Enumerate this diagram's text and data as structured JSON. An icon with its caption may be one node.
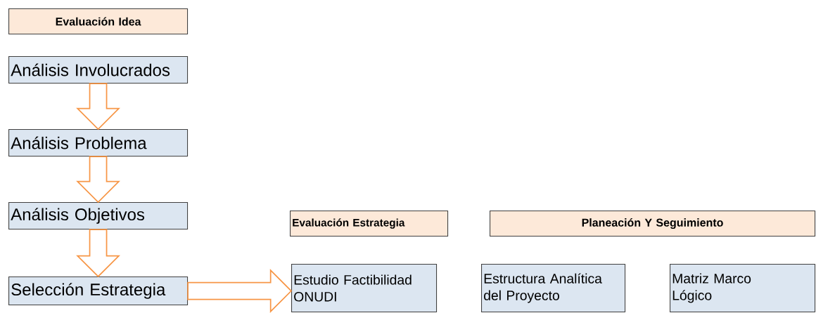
{
  "diagram": {
    "nodes": [
      {
        "text": [
          "Evaluación Idea"
        ]
      },
      {
        "text": [
          "Análisis Involucrados"
        ]
      },
      {
        "text": [
          "Análisis Problema"
        ]
      },
      {
        "text": [
          "Análisis Objetivos"
        ]
      },
      {
        "text": [
          "Selección Estrategia"
        ]
      },
      {
        "text": [
          "Evaluación Estrategia"
        ]
      },
      {
        "text": [
          "Planeación Y Seguimiento"
        ]
      },
      {
        "text": [
          "Estudio Factibilidad ONUDI"
        ]
      },
      {
        "text": [
          "Estructura Analítica del Proyecto"
        ]
      },
      {
        "text": [
          "Matriz Marco Lógico"
        ]
      }
    ],
    "edges": [
      {
        "from": 1,
        "to": 2,
        "arrow": "to"
      },
      {
        "from": 2,
        "to": 3,
        "arrow": "to"
      },
      {
        "from": 3,
        "to": 4,
        "arrow": "to"
      },
      {
        "from": 4,
        "to": 7,
        "arrow": "to"
      }
    ]
  }
}
